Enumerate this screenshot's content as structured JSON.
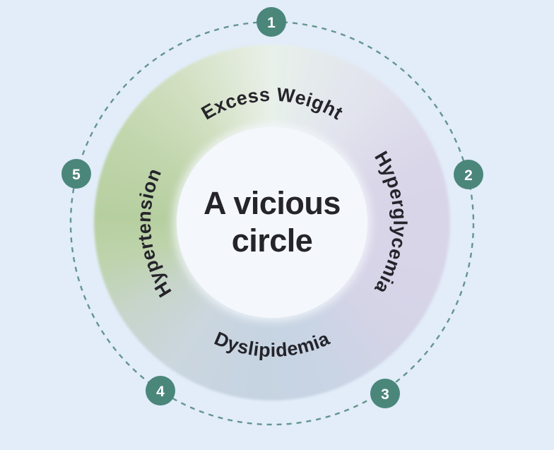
{
  "diagram": {
    "center_title": "A vicious circle"
  },
  "ring_labels": [
    {
      "id": "excess-weight",
      "text": "Excess Weight",
      "position": "top"
    },
    {
      "id": "hyperglycemia",
      "text": "Hyperglycemia",
      "position": "right"
    },
    {
      "id": "dyslipidemia",
      "text": "Dyslipidemia",
      "position": "bottom"
    },
    {
      "id": "hypertension",
      "text": "Hypertension",
      "position": "left"
    }
  ],
  "badges": [
    {
      "number": "1",
      "position": "top"
    },
    {
      "number": "2",
      "position": "upper-right"
    },
    {
      "number": "3",
      "position": "lower-right"
    },
    {
      "number": "4",
      "position": "lower-left"
    },
    {
      "number": "5",
      "position": "upper-left"
    }
  ],
  "colors": {
    "background": "#e2edf9",
    "badge": "#4b867b",
    "dash": "#4e857b",
    "ring-green": "#b6cfa0",
    "ring-lavender": "#d9d5e9",
    "ring-bluegray": "#c6d4e2",
    "ring-pale": "#e8f0ea",
    "center-circle": "#f4f8fc",
    "text": "#25242b"
  }
}
